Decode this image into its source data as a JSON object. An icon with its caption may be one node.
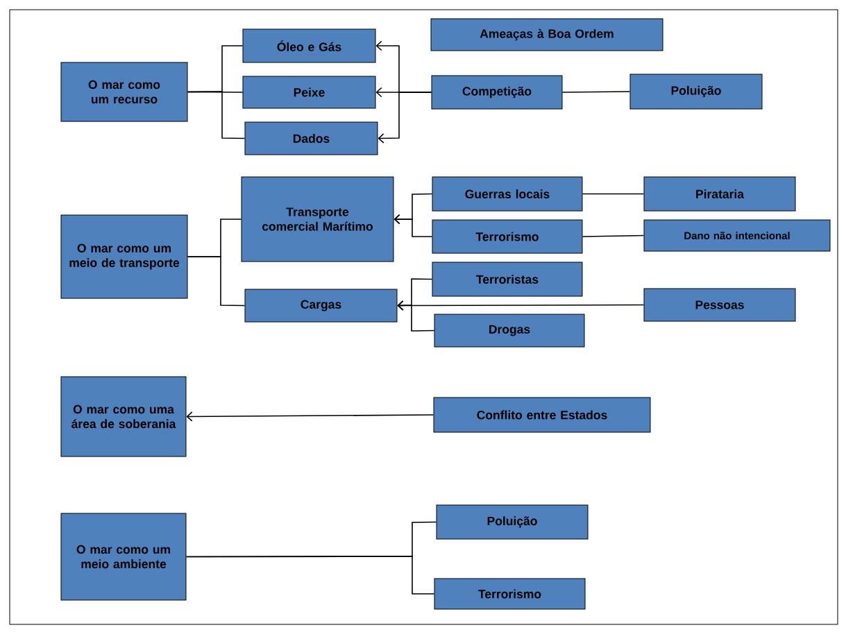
{
  "diagram": {
    "nodes": [
      {
        "text": [
          "O mar como um recurso"
        ]
      },
      {
        "text": [
          "Óleo e Gás"
        ]
      },
      {
        "text": [
          "Peixe"
        ]
      },
      {
        "text": [
          "Dados"
        ]
      },
      {
        "text": [
          "Ameaças à Boa Ordem"
        ]
      },
      {
        "text": [
          "Competição"
        ]
      },
      {
        "text": [
          "Poluição"
        ]
      },
      {
        "text": [
          "O mar como um meio de transporte"
        ]
      },
      {
        "text": [
          "Transporte comercial Marítimo"
        ]
      },
      {
        "text": [
          "Guerras locais"
        ]
      },
      {
        "text": [
          "Pirataria"
        ]
      },
      {
        "text": [
          "Terrorismo"
        ]
      },
      {
        "text": [
          "Dano não intencional"
        ]
      },
      {
        "text": [
          "Cargas"
        ]
      },
      {
        "text": [
          "Terroristas"
        ]
      },
      {
        "text": [
          "Pessoas"
        ]
      },
      {
        "text": [
          "Drogas"
        ]
      },
      {
        "text": [
          "O mar como uma área de soberania"
        ]
      },
      {
        "text": [
          "Conflito entre Estados"
        ]
      },
      {
        "text": [
          "O mar como um meio ambiente"
        ]
      },
      {
        "text": [
          "Poluição"
        ]
      },
      {
        "text": [
          "Terrorismo"
        ]
      }
    ],
    "edges": [
      {
        "from": 0,
        "to": 1,
        "arrow": "none"
      },
      {
        "from": 0,
        "to": 2,
        "arrow": "none"
      },
      {
        "from": 0,
        "to": 3,
        "arrow": "none"
      },
      {
        "from": 5,
        "to": 1,
        "arrow": "to"
      },
      {
        "from": 5,
        "to": 2,
        "arrow": "to"
      },
      {
        "from": 5,
        "to": 3,
        "arrow": "to"
      },
      {
        "from": 5,
        "to": 6,
        "arrow": "none"
      },
      {
        "from": 7,
        "to": 8,
        "arrow": "none"
      },
      {
        "from": 7,
        "to": 13,
        "arrow": "none"
      },
      {
        "from": 9,
        "to": 8,
        "arrow": "to"
      },
      {
        "from": 11,
        "to": 8,
        "arrow": "to"
      },
      {
        "from": 9,
        "to": 10,
        "arrow": "none"
      },
      {
        "from": 11,
        "to": 12,
        "arrow": "none"
      },
      {
        "from": 14,
        "to": 13,
        "arrow": "to"
      },
      {
        "from": 16,
        "to": 13,
        "arrow": "to"
      },
      {
        "from": 15,
        "to": 13,
        "arrow": "to"
      },
      {
        "from": 18,
        "to": 17,
        "arrow": "to"
      },
      {
        "from": 19,
        "to": 20,
        "arrow": "none"
      },
      {
        "from": 19,
        "to": 21,
        "arrow": "none"
      }
    ]
  }
}
